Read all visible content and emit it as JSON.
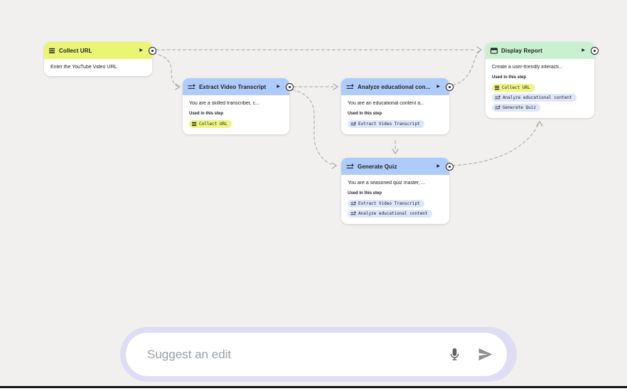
{
  "app": {
    "background_color": "#F1F0EE",
    "canvas": "workflow-editor"
  },
  "colors": {
    "input_node_header": "#EAF573",
    "prompt_node_header": "#AECBFA",
    "output_node_header": "#C8F1D1",
    "chip_yellow": "#EDF584",
    "chip_blue": "#DDE6FB",
    "edge_dash": "#b4b2ae",
    "composer_ring": "#DFDDF3"
  },
  "nodes": [
    {
      "id": "collect-url",
      "title": "Collect URL",
      "icon": "text-lines-icon",
      "description": "Enter the YouTube Video URL",
      "chips": []
    },
    {
      "id": "extract-video-transcript",
      "title": "Extract Video Transcript",
      "icon": "prompt-icon",
      "description": "You are a skilled transcriber, c...",
      "used_label": "Used in this step",
      "chips": [
        {
          "label": "Collect URL",
          "icon": "text-lines-icon",
          "color": "#EDF584"
        }
      ]
    },
    {
      "id": "analyze-educational-content",
      "title": "Analyze educational con...",
      "icon": "prompt-icon",
      "description": "You are an educational content a...",
      "used_label": "Used in this step",
      "chips": [
        {
          "label": "Extract Video Transcript",
          "icon": "prompt-icon",
          "color": "#DDE6FB"
        }
      ]
    },
    {
      "id": "generate-quiz",
      "title": "Generate Quiz",
      "icon": "prompt-icon",
      "description": "You are a seasoned quiz master, ...",
      "used_label": "Used in this step",
      "chips": [
        {
          "label": "Extract Video Transcript",
          "icon": "prompt-icon",
          "color": "#DDE6FB"
        },
        {
          "label": "Analyze educational content",
          "icon": "prompt-icon",
          "color": "#DDE6FB"
        }
      ]
    },
    {
      "id": "display-report",
      "title": "Display Report",
      "icon": "display-icon",
      "description": "Create a user-friendly interacti...",
      "used_label": "Used in this step",
      "chips": [
        {
          "label": "Collect URL",
          "icon": "text-lines-icon",
          "color": "#EDF584"
        },
        {
          "label": "Analyze educational content",
          "icon": "prompt-icon",
          "color": "#DDE6FB"
        },
        {
          "label": "Generate Quiz",
          "icon": "prompt-icon",
          "color": "#DDE6FB"
        }
      ]
    }
  ],
  "edges": [
    {
      "from": "Collect URL",
      "to": "Display Report"
    },
    {
      "from": "Collect URL",
      "to": "Extract Video Transcript"
    },
    {
      "from": "Extract Video Transcript",
      "to": "Analyze educational content"
    },
    {
      "from": "Extract Video Transcript",
      "to": "Generate Quiz"
    },
    {
      "from": "Analyze educational content",
      "to": "Generate Quiz"
    },
    {
      "from": "Analyze educational content",
      "to": "Display Report"
    },
    {
      "from": "Generate Quiz",
      "to": "Display Report"
    }
  ],
  "composer": {
    "placeholder": "Suggest an edit",
    "mic_icon": "microphone-icon",
    "send_icon": "send-icon"
  }
}
